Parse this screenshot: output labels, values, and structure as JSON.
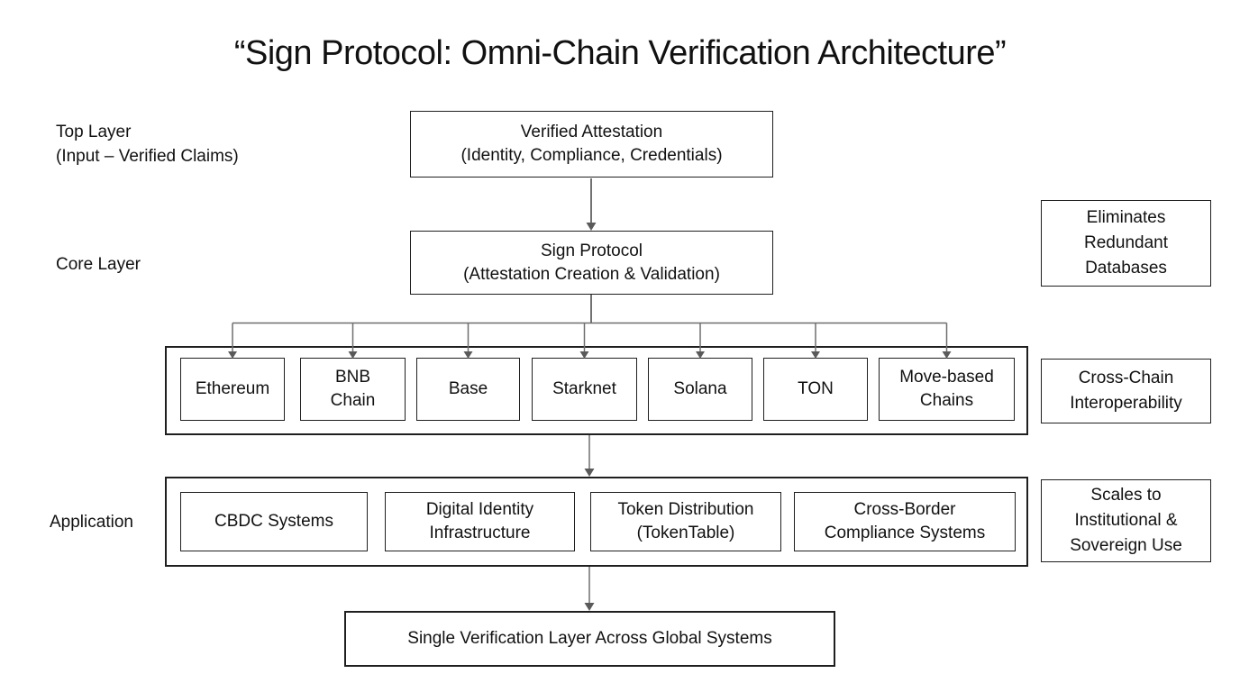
{
  "title": "“Sign Protocol: Omni-Chain Verification Architecture”",
  "layers": {
    "top": "Top Layer\n(Input – Verified Claims)",
    "core": "Core Layer",
    "application": "Application"
  },
  "nodes": {
    "verified_attestation": "Verified Attestation\n(Identity, Compliance, Credentials)",
    "sign_protocol": "Sign Protocol\n(Attestation Creation & Validation)",
    "single_verification_layer": "Single Verification Layer Across Global Systems"
  },
  "chains": [
    "Ethereum",
    "BNB\nChain",
    "Base",
    "Starknet",
    "Solana",
    "TON",
    "Move-based\nChains"
  ],
  "applications": [
    "CBDC Systems",
    "Digital Identity\nInfrastructure",
    "Token Distribution\n(TokenTable)",
    "Cross-Border\nCompliance Systems"
  ],
  "benefits": [
    "Eliminates\nRedundant\nDatabases",
    "Cross-Chain\nInteroperability",
    "Scales to\nInstitutional &\nSovereign Use"
  ],
  "colors": {
    "ink": "#111111",
    "line": "#1f1f1f",
    "arrow": "#6e6e6e",
    "arrowhead": "#5a5a5a",
    "bg": "#ffffff"
  }
}
